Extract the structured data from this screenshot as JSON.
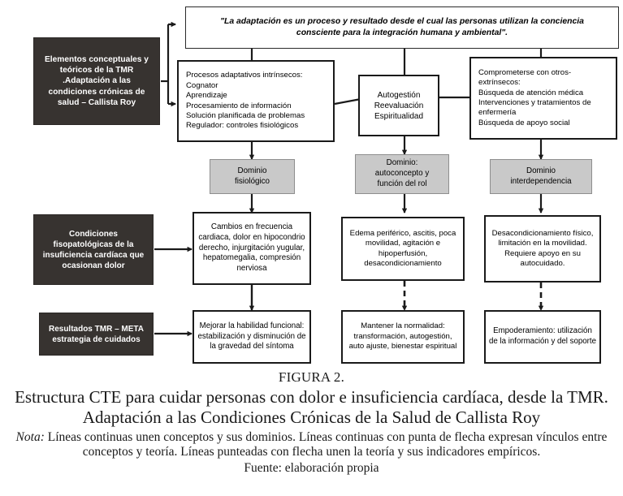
{
  "figure": {
    "quote_box": {
      "text": "\"La adaptación es un proceso y resultado desde el cual las personas utilizan la conciencia consciente para la integración humana y ambiental\"."
    },
    "theory_box": {
      "text": "Elementos conceptuales y teóricos de la TMR\n.Adaptación a las condiciones crónicas de salud – Callista Roy"
    },
    "conditions_box": {
      "text": "Condiciones fisopatológicas de la insuficiencia cardíaca que ocasionan dolor"
    },
    "results_box": {
      "text": "Resultados TMR – META estrategia de cuidados"
    },
    "concepts": [
      {
        "id": "intrinsecos",
        "text": "Procesos adaptativos intrínsecos:\nCognator\nAprendizaje\nProcesamiento de información\nSolución planificada de problemas\nRegulador: controles fisiológicos"
      },
      {
        "id": "autogestion",
        "text": "Autogestión\nReevaluación\nEspiritualidad"
      },
      {
        "id": "extrinsecos",
        "text": "Comprometerse con otros-extrínsecos:\nBúsqueda de atención médica\nIntervenciones y tratamientos de enfermería\nBúsqueda de apoyo social"
      }
    ],
    "domains": [
      {
        "id": "fisiologico",
        "text": "Dominio\nfisiológico"
      },
      {
        "id": "autoconcepto",
        "text": "Dominio:\nautoconcepto y\nfunción del rol"
      },
      {
        "id": "interdependencia",
        "text": "Dominio\ninterdependencia"
      }
    ],
    "manifestations": [
      {
        "id": "cardiaco",
        "text": "Cambios en frecuencia cardiaca, dolor en hipocondrio derecho, injurgitación yugular, hepatomegalia, compresión nerviosa"
      },
      {
        "id": "edema",
        "text": "Edema periférico, ascitis, poca movilidad, agitación e hipoperfusión, desacondicionamiento"
      },
      {
        "id": "desacondicionamiento",
        "text": "Desacondicionamiento físico, limitación en la movilidad. Requiere apoyo en su autocuidado."
      }
    ],
    "outcomes": [
      {
        "id": "habilidad",
        "text": "Mejorar la habilidad funcional: estabilización y disminución de la gravedad del síntoma"
      },
      {
        "id": "normalidad",
        "text": "Mantener la normalidad: transformación, autogestión, auto ajuste, bienestar espiritual"
      },
      {
        "id": "empoderamiento",
        "text": "Empoderamiento: utilización de la información y del soporte"
      }
    ]
  },
  "caption": {
    "figure_label": "FIGURA 2.",
    "title": "Estructura CTE para cuidar personas con dolor e insuficiencia cardíaca, desde la TMR. Adaptación a las Condiciones Crónicas de la Salud de Callista Roy",
    "note_label": "Nota:",
    "note_text": " Líneas continuas unen conceptos y sus dominios. Líneas continuas con punta de flecha expresan vínculos entre conceptos y teoría. Líneas punteadas con flecha unen la teoría y sus indicadores empíricos.",
    "source": "Fuente: elaboración propia"
  },
  "colors": {
    "dark_box": "#373330",
    "gray_box": "#c9c9c9",
    "line": "#1a1a1a"
  }
}
